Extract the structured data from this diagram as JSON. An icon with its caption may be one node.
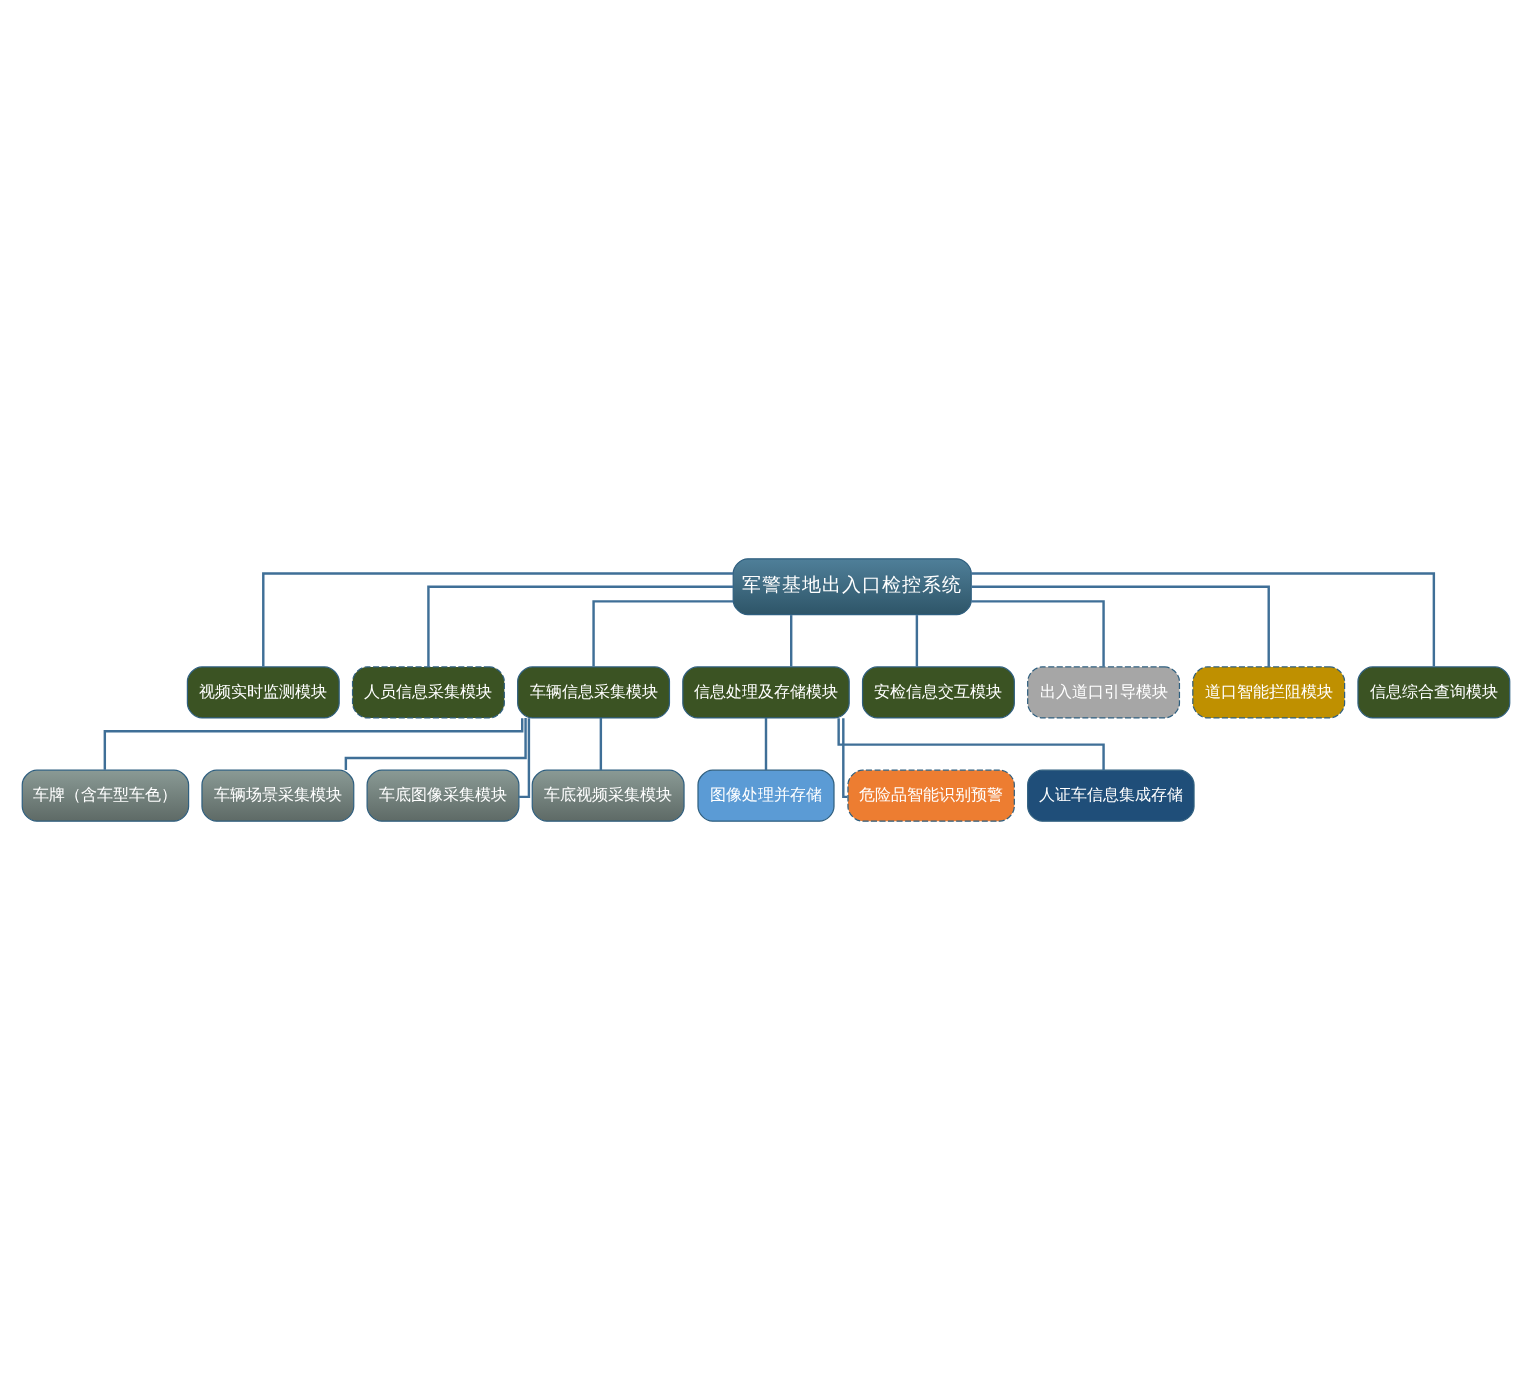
{
  "diagram": {
    "nodes": [
      {
        "text": [
          "军警基地出入口检控系统"
        ]
      },
      {
        "text": [
          "视频实时监测模块"
        ]
      },
      {
        "text": [
          "人员信息采集模块"
        ]
      },
      {
        "text": [
          "车辆信息采集模块"
        ]
      },
      {
        "text": [
          "信息处理及存储模块"
        ]
      },
      {
        "text": [
          "安检信息交互模块"
        ]
      },
      {
        "text": [
          "出入道口引导模块"
        ]
      },
      {
        "text": [
          "道口智能拦阻模块"
        ]
      },
      {
        "text": [
          "信息综合查询模块"
        ]
      },
      {
        "text": [
          "车牌（含车型车色）"
        ]
      },
      {
        "text": [
          "车辆场景采集模块"
        ]
      },
      {
        "text": [
          "车底图像采集模块"
        ]
      },
      {
        "text": [
          "车底视频采集模块"
        ]
      },
      {
        "text": [
          "图像处理并存储"
        ]
      },
      {
        "text": [
          "危险品智能识别预警"
        ]
      },
      {
        "text": [
          "人证车信息集成存储"
        ]
      }
    ],
    "edges": [
      {
        "from": 0,
        "to": 1,
        "arrow": "none"
      },
      {
        "from": 0,
        "to": 2,
        "arrow": "none"
      },
      {
        "from": 0,
        "to": 3,
        "arrow": "none"
      },
      {
        "from": 0,
        "to": 4,
        "arrow": "none"
      },
      {
        "from": 0,
        "to": 5,
        "arrow": "none"
      },
      {
        "from": 0,
        "to": 6,
        "arrow": "none"
      },
      {
        "from": 0,
        "to": 7,
        "arrow": "none"
      },
      {
        "from": 0,
        "to": 8,
        "arrow": "none"
      },
      {
        "from": 3,
        "to": 9,
        "arrow": "none"
      },
      {
        "from": 3,
        "to": 10,
        "arrow": "none"
      },
      {
        "from": 3,
        "to": 11,
        "arrow": "none"
      },
      {
        "from": 3,
        "to": 12,
        "arrow": "none"
      },
      {
        "from": 4,
        "to": 13,
        "arrow": "none"
      },
      {
        "from": 4,
        "to": 14,
        "arrow": "none"
      },
      {
        "from": 4,
        "to": 15,
        "arrow": "none"
      }
    ]
  }
}
